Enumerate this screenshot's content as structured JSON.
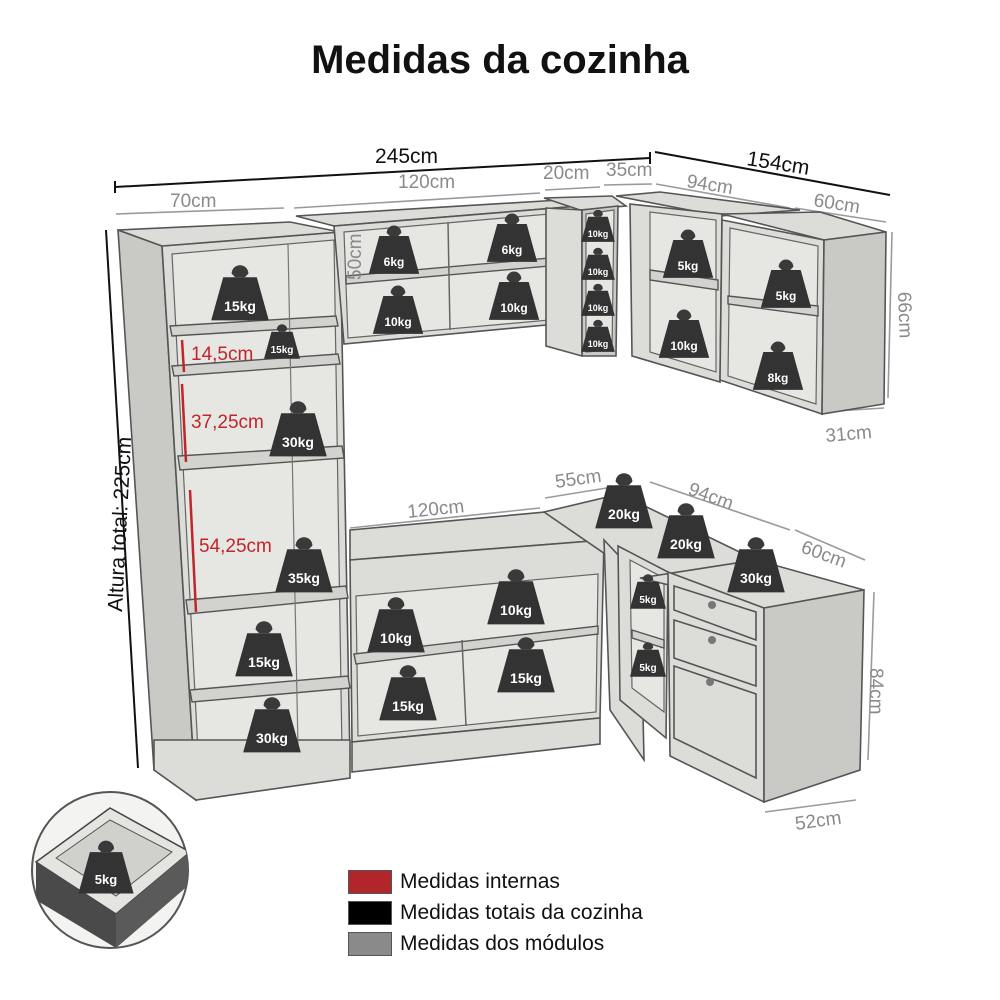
{
  "title": "Medidas da cozinha",
  "dimensions": {
    "total_width": "245cm",
    "side_width": "154cm",
    "total_height": "Altura total: 225cm",
    "top_left": "70cm",
    "top_mid": "120cm",
    "top_20": "20cm",
    "top_35": "35cm",
    "top_94": "94cm",
    "top_60": "60cm",
    "upper_h": "50cm",
    "upper_side_h": "66cm",
    "upper_depth": "31cm",
    "base_120": "120cm",
    "base_55": "55cm",
    "base_94": "94cm",
    "base_60": "60cm",
    "base_h": "84cm",
    "base_depth": "52cm"
  },
  "internal": {
    "a": "14,5cm",
    "b": "37,25cm",
    "c": "54,25cm"
  },
  "weights": {
    "w1": "15kg",
    "w2": "15kg",
    "w3": "30kg",
    "w4": "35kg",
    "w5": "15kg",
    "w6": "30kg",
    "u1": "6kg",
    "u2": "6kg",
    "u3": "10kg",
    "u4": "10kg",
    "n1": "10kg",
    "n2": "10kg",
    "n3": "10kg",
    "n4": "10kg",
    "c1": "5kg",
    "c2": "10kg",
    "c3": "5kg",
    "c4": "8kg",
    "b1": "10kg",
    "b2": "10kg",
    "b3": "15kg",
    "b4": "15kg",
    "t1": "20kg",
    "t2": "20kg",
    "t3": "30kg",
    "s1": "5kg",
    "s2": "5kg",
    "drawer": "5kg"
  },
  "legend": [
    {
      "label": "Medidas internas",
      "color": "#b0262b"
    },
    {
      "label": "Medidas totais da cozinha",
      "color": "#000000"
    },
    {
      "label": "Medidas dos módulos",
      "color": "#8a8a8a"
    }
  ]
}
